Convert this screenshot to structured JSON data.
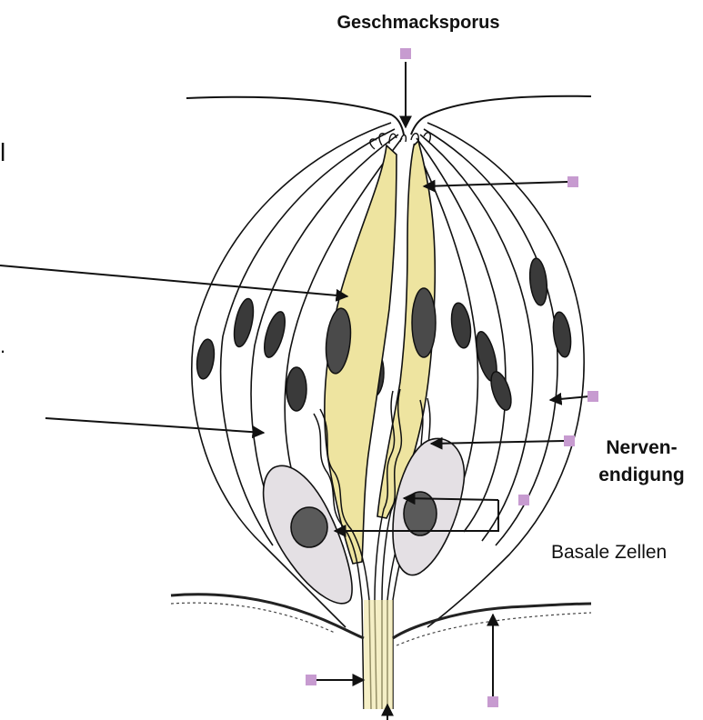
{
  "labels": {
    "pore": "Geschmacksporus",
    "nerve_line1": "Nerven-",
    "nerve_line2": "endigung",
    "basal": "Basale Zellen",
    "fragment_a": "l",
    "fragment_b": "."
  },
  "colors": {
    "sensory_cell": "#eee4a0",
    "basal_cell": "#e4e0e4",
    "marker": "#c79bd0",
    "ink": "#111111"
  },
  "icons": [
    "label-marker-icon",
    "arrow-icon"
  ]
}
